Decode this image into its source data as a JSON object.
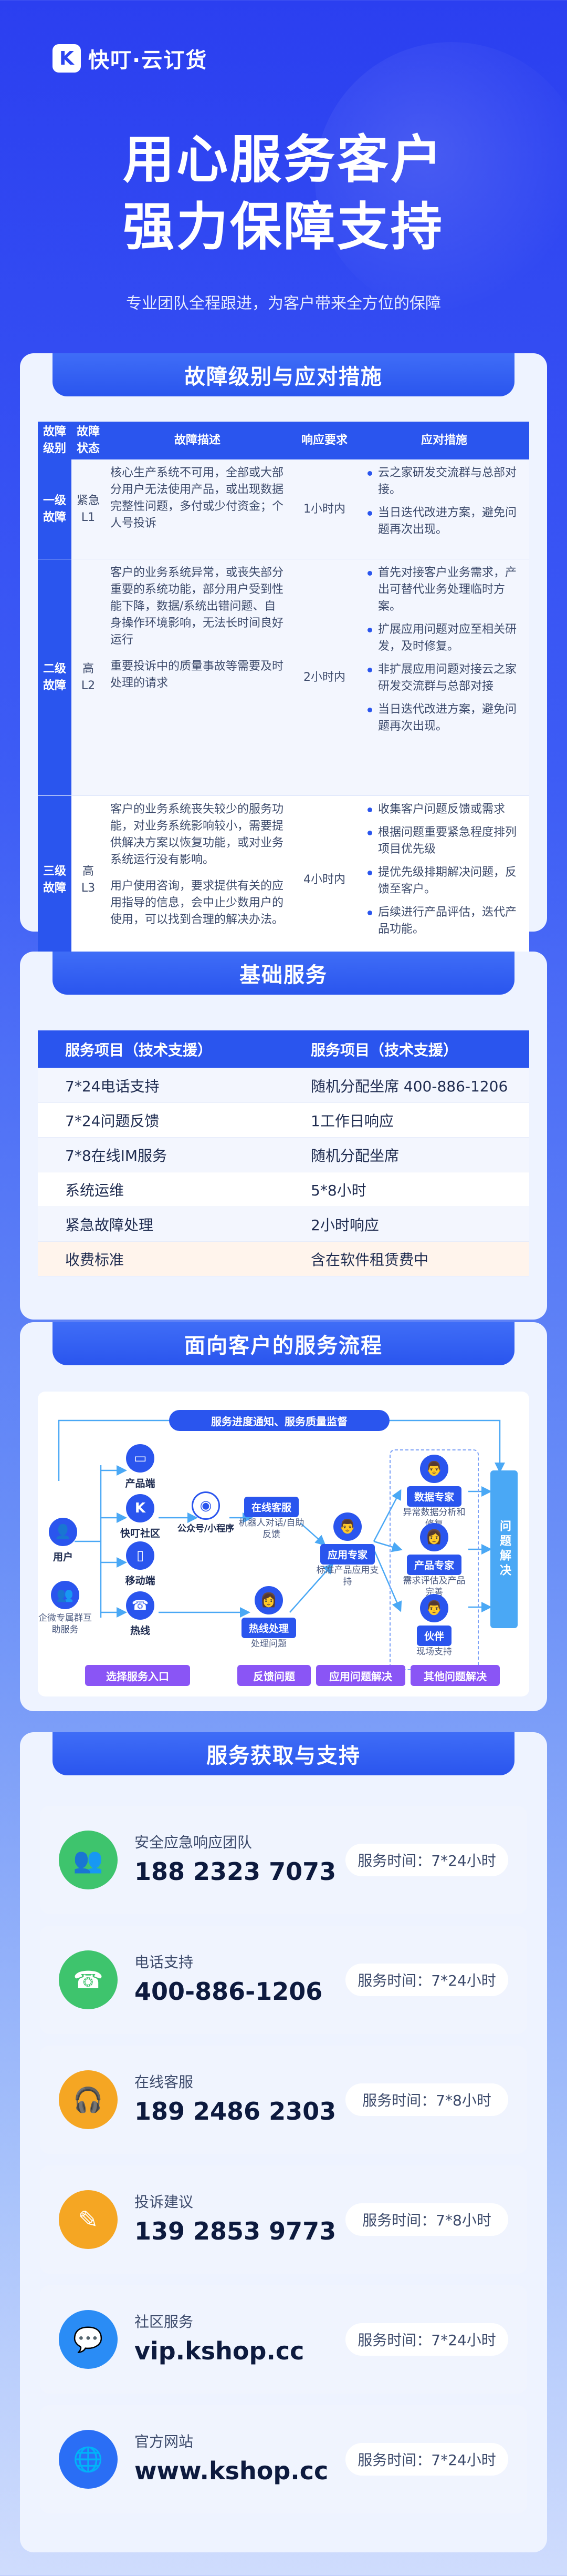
{
  "brand": {
    "logo_letter": "K",
    "name": "快叮·云订货"
  },
  "hero": {
    "title_line1": "用心服务客户",
    "title_line2": "强力保障支持",
    "subtitle": "专业团队全程跟进，为客户带来全方位的保障"
  },
  "fault": {
    "heading": "故障级别与应对措施",
    "headers": [
      "故障级别",
      "故障状态",
      "故障描述",
      "响应要求",
      "应对措施"
    ],
    "rows": [
      {
        "level": "一级故障",
        "status": "紧急L1",
        "desc": [
          "核心生产系统不可用，全部或大部分用户无法使用产品，或出现数据完整性问题，多付或少付资金；个人号投诉"
        ],
        "time": "1小时内",
        "measures": [
          "云之家研发交流群与总部对接。",
          "当日迭代改进方案，避免问题再次出现。"
        ]
      },
      {
        "level": "二级故障",
        "status": "高L2",
        "desc": [
          "客户的业务系统异常，或丧失部分重要的系统功能，部分用户受到性能下降，数据/系统出错问题、自身操作环境影响，无法长时间良好运行",
          "重要投诉中的质量事故等需要及时处理的请求"
        ],
        "time": "2小时内",
        "measures": [
          "首先对接客户业务需求，产出可替代业务处理临时方案。",
          "扩展应用问题对应至相关研发，及时修复。",
          "非扩展应用问题对接云之家研发交流群与总部对接",
          "当日迭代改进方案，避免问题再次出现。"
        ]
      },
      {
        "level": "三级故障",
        "status": "高L3",
        "desc": [
          "客户的业务系统丧失较少的服务功能，对业务系统影响较小，需要提供解决方案以恢复功能，或对业务系统运行没有影响。",
          "用户使用咨询，要求提供有关的应用指导的信息，会中止少数用户的使用，可以找到合理的解决办法。"
        ],
        "time": "4小时内",
        "measures": [
          "收集客户问题反馈或需求",
          "根据问题重要紧急程度排列项目优先级",
          "提优先级排期解决问题，反馈至客户。",
          "后续进行产品评估，迭代产品功能。"
        ]
      }
    ]
  },
  "basic": {
    "heading": "基础服务",
    "headers": [
      "服务项目（技术支援）",
      "服务项目（技术支援）"
    ],
    "rows": [
      [
        "7*24电话支持",
        "随机分配坐席 400-886-1206"
      ],
      [
        "7*24问题反馈",
        "1工作日响应"
      ],
      [
        "7*8在线IM服务",
        "随机分配坐席"
      ],
      [
        "系统运维",
        "5*8小时"
      ],
      [
        "紧急故障处理",
        "2小时响应"
      ],
      [
        "收费标准",
        "含在软件租赁费中"
      ]
    ]
  },
  "flow": {
    "heading": "面向客户的服务流程",
    "banner": "服务进度通知、服务质量监督",
    "user": "用户",
    "enterprise": "企微专属群互助服务",
    "channels": [
      "产品端",
      "快叮社区",
      "移动端",
      "热线"
    ],
    "public": "公众号/小程序",
    "online": {
      "title": "在线客服",
      "sub": "机器人对话/自助反馈"
    },
    "hotline": {
      "title": "热线处理",
      "sub": "处理问题"
    },
    "app_expert": {
      "title": "应用专家",
      "sub": "标准产品应用支持"
    },
    "data_expert": {
      "title": "数据专家",
      "sub": "异常数据分析和修复"
    },
    "product_expert": {
      "title": "产品专家",
      "sub": "需求评估及产品完善"
    },
    "partner": {
      "title": "伙伴",
      "sub": "现场支持"
    },
    "resolve": "问题解决",
    "chips": [
      "选择服务入口",
      "反馈问题",
      "应用问题解决",
      "其他问题解决"
    ]
  },
  "contacts": {
    "heading": "服务获取与支持",
    "items": [
      {
        "name": "安全应急响应团队",
        "value": "188 2323 7073",
        "time": "服务时间：7*24小时",
        "icon": "people-icon",
        "color": "#3ec46d"
      },
      {
        "name": "电话支持",
        "value": "400-886-1206",
        "time": "服务时间：7*24小时",
        "icon": "phone-icon",
        "color": "#3ec46d"
      },
      {
        "name": "在线客服",
        "value": "189 2486 2303",
        "time": "服务时间：7*8小时",
        "icon": "headset-icon",
        "color": "#f5a623"
      },
      {
        "name": "投诉建议",
        "value": "139 2853 9773",
        "time": "服务时间：7*8小时",
        "icon": "edit-icon",
        "color": "#f5a623"
      },
      {
        "name": "社区服务",
        "value": "vip.kshop.cc",
        "time": "服务时间：7*24小时",
        "icon": "community-icon",
        "color": "#2a8cf5"
      },
      {
        "name": "官方网站",
        "value": "www.kshop.cc",
        "time": "服务时间：7*24小时",
        "icon": "globe-icon",
        "color": "#2a6ef5"
      }
    ]
  }
}
